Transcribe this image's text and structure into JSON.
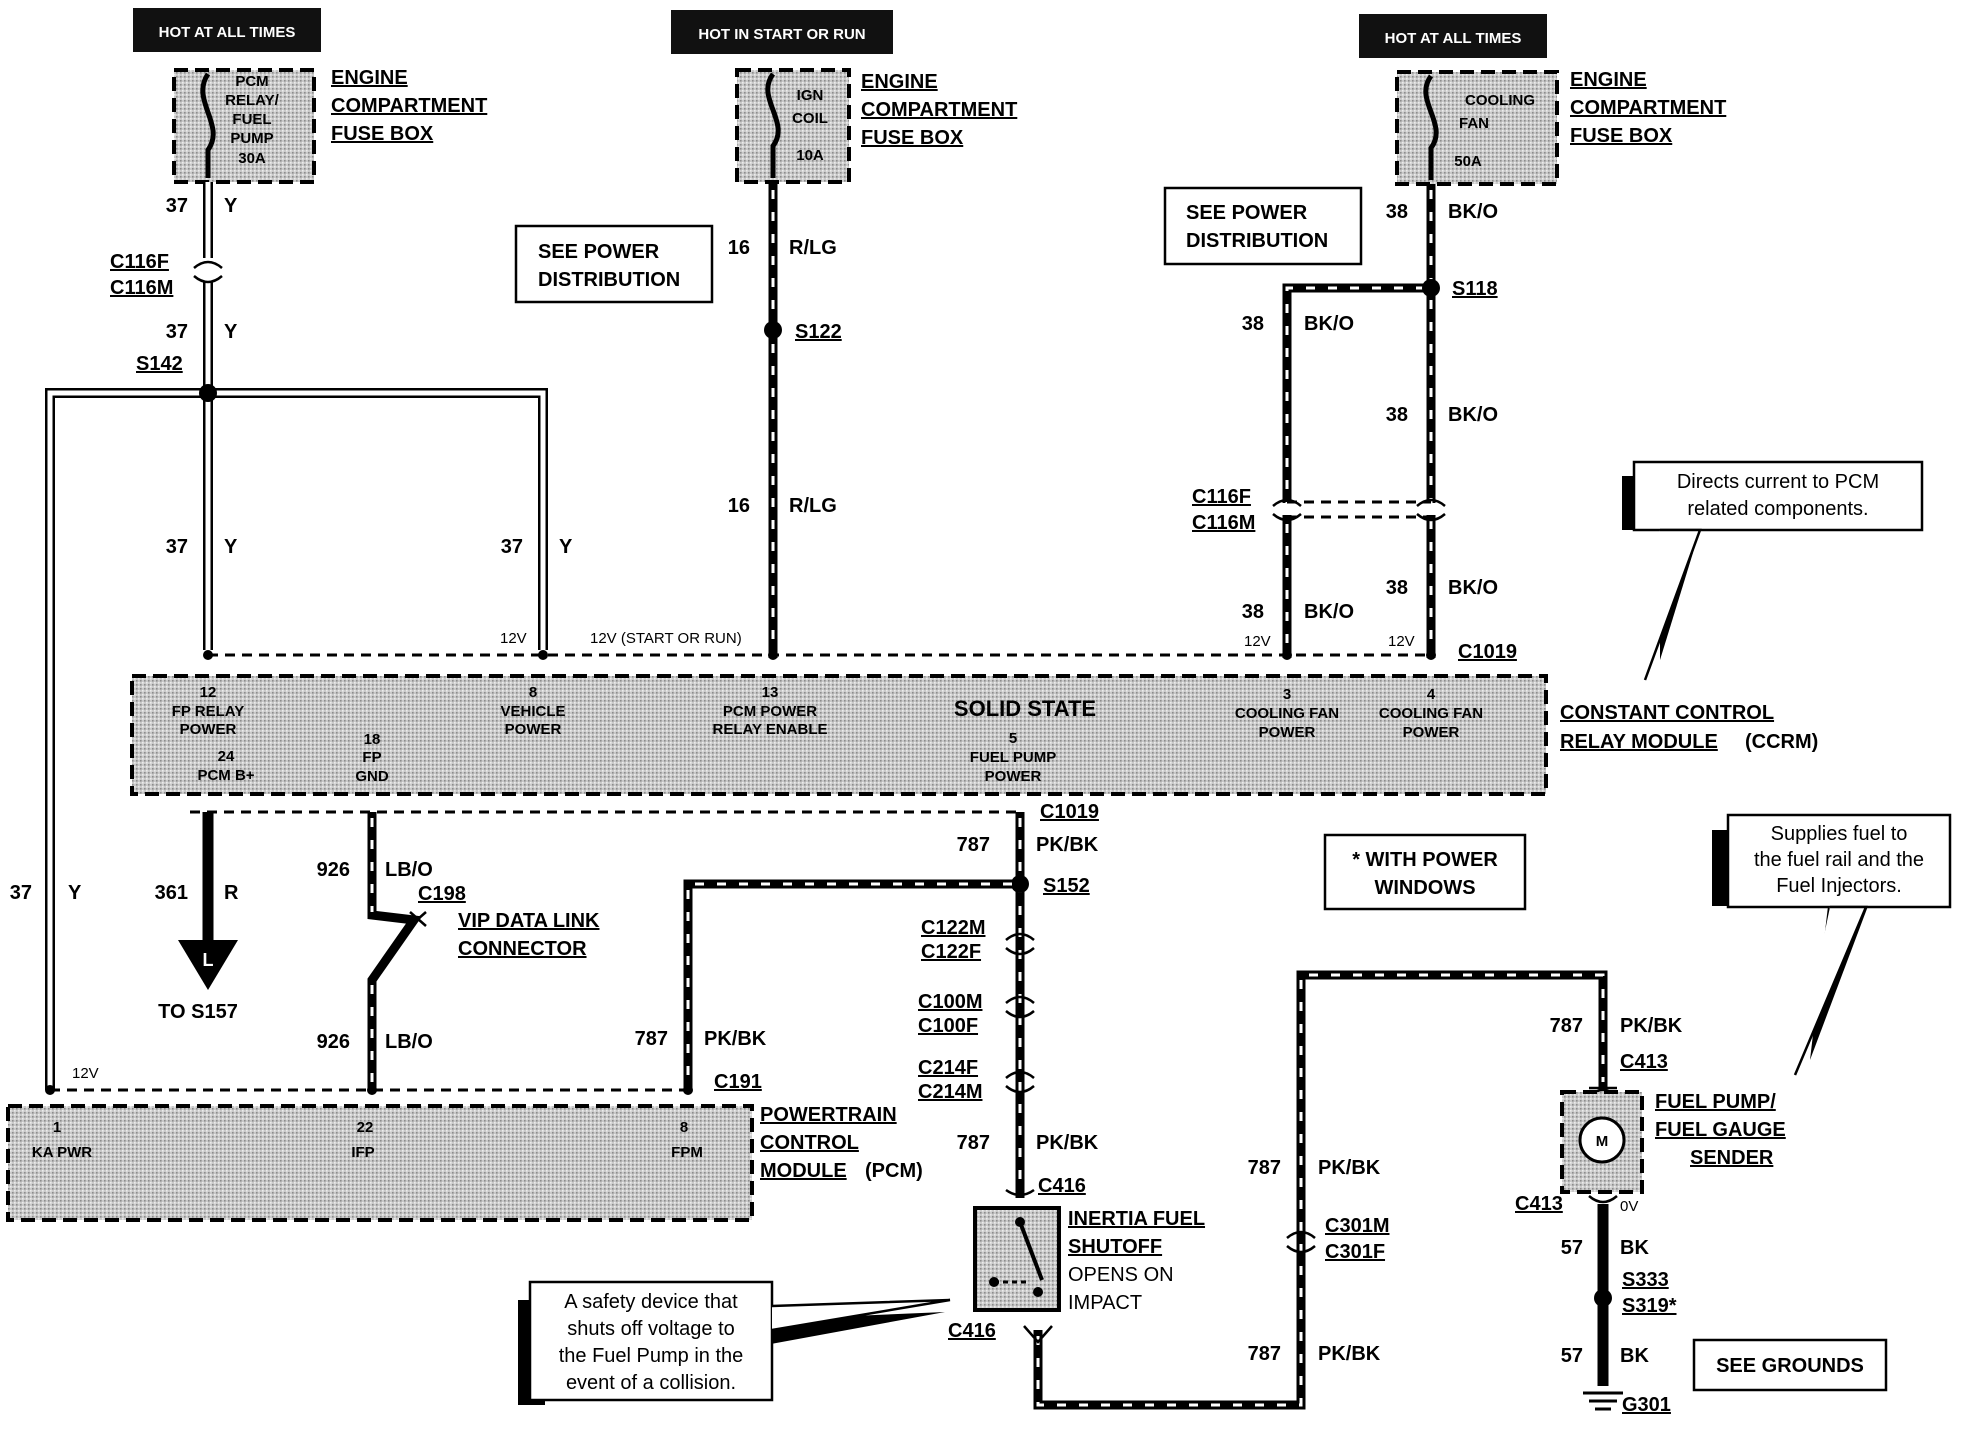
{
  "fuses": [
    {
      "tag": "HOT AT ALL TIMES",
      "lines": [
        "PCM",
        "RELAY/",
        "FUEL",
        "PUMP",
        "30A"
      ],
      "location": [
        "ENGINE",
        "COMPARTMENT",
        "FUSE BOX"
      ]
    },
    {
      "tag": "HOT IN START OR RUN",
      "lines": [
        "IGN",
        "COIL",
        "10A"
      ],
      "location": [
        "ENGINE",
        "COMPARTMENT",
        "FUSE BOX"
      ]
    },
    {
      "tag": "HOT AT ALL TIMES",
      "lines": [
        "COOLING",
        "FAN",
        "50A"
      ],
      "location": [
        "ENGINE",
        "COMPARTMENT",
        "FUSE BOX"
      ]
    }
  ],
  "notes": {
    "see_power_1": [
      "SEE POWER",
      "DISTRIBUTION"
    ],
    "see_power_2": [
      "SEE POWER",
      "DISTRIBUTION"
    ],
    "with_power_windows": [
      "* WITH POWER",
      "WINDOWS"
    ],
    "see_grounds": "SEE GROUNDS"
  },
  "callouts": {
    "ccrm": [
      "Directs current to PCM",
      "related components."
    ],
    "fuel_pump": [
      "Supplies fuel to",
      "the fuel rail and the",
      "Fuel Injectors."
    ],
    "inertia": [
      "A safety device that",
      "shuts off voltage to",
      "the Fuel Pump in the",
      "event of a collision."
    ]
  },
  "wire_labels": {
    "w37_top": {
      "num": "37",
      "color": "Y"
    },
    "w37_mid": {
      "num": "37",
      "color": "Y"
    },
    "w37_left_drop": {
      "num": "37",
      "color": "Y"
    },
    "w37_right_drop": {
      "num": "37",
      "color": "Y"
    },
    "w37_far_left": {
      "num": "37",
      "color": "Y"
    },
    "w16_top": {
      "num": "16",
      "color": "R/LG"
    },
    "w16_low": {
      "num": "16",
      "color": "R/LG"
    },
    "w38_top": {
      "num": "38",
      "color": "BK/O"
    },
    "w38_left": {
      "num": "38",
      "color": "BK/O"
    },
    "w38_right": {
      "num": "38",
      "color": "BK/O"
    },
    "w38_left_low": {
      "num": "38",
      "color": "BK/O"
    },
    "w38_right_low": {
      "num": "38",
      "color": "BK/O"
    },
    "w361": {
      "num": "361",
      "color": "R"
    },
    "w926_top": {
      "num": "926",
      "color": "LB/O"
    },
    "w926_low": {
      "num": "926",
      "color": "LB/O"
    },
    "w787_ccrm": {
      "num": "787",
      "color": "PK/BK"
    },
    "w787_pcm": {
      "num": "787",
      "color": "PK/BK"
    },
    "w787_inertia": {
      "num": "787",
      "color": "PK/BK"
    },
    "w787_return_top": {
      "num": "787",
      "color": "PK/BK"
    },
    "w787_return_low": {
      "num": "787",
      "color": "PK/BK"
    },
    "w787_pump": {
      "num": "787",
      "color": "PK/BK"
    },
    "w57_top": {
      "num": "57",
      "color": "BK"
    },
    "w57_low": {
      "num": "57",
      "color": "BK"
    }
  },
  "connectors": {
    "c116f_left": "C116F",
    "c116m_left": "C116M",
    "c116f_right": "C116F",
    "c116m_right": "C116M",
    "s142": "S142",
    "s122": "S122",
    "s118": "S118",
    "c1019_top": "C1019",
    "c1019_bottom": "C1019",
    "s152": "S152",
    "c198": "C198",
    "c122m": "C122M",
    "c122f": "C122F",
    "c100m": "C100M",
    "c100f": "C100F",
    "c214f": "C214F",
    "c214m": "C214M",
    "c191": "C191",
    "c416_top": "C416",
    "c416_bottom": "C416",
    "c301m": "C301M",
    "c301f": "C301F",
    "c413_top": "C413",
    "c413_bottom": "C413",
    "s333": "S333",
    "s319": "S319*",
    "g301": "G301"
  },
  "voltages": {
    "ccrm_pin12": "12V",
    "ccrm_pin13": "12V (START OR RUN)",
    "ccrm_pin3": "12V",
    "ccrm_pin4": "12V",
    "pcm_pin1": "12V",
    "pump_ground": "0V"
  },
  "ccrm": {
    "center": "SOLID STATE",
    "pins": [
      {
        "num": "12",
        "label": [
          "FP RELAY",
          "POWER"
        ]
      },
      {
        "num": "24",
        "label": [
          "PCM B+"
        ]
      },
      {
        "num": "18",
        "label": [
          "FP",
          "GND"
        ]
      },
      {
        "num": "8",
        "label": [
          "VEHICLE",
          "POWER"
        ]
      },
      {
        "num": "13",
        "label": [
          "PCM POWER",
          "RELAY ENABLE"
        ]
      },
      {
        "num": "5",
        "label": [
          "FUEL PUMP",
          "POWER"
        ]
      },
      {
        "num": "3",
        "label": [
          "COOLING FAN",
          "POWER"
        ]
      },
      {
        "num": "4",
        "label": [
          "COOLING FAN",
          "POWER"
        ]
      }
    ],
    "name": [
      "CONSTANT CONTROL",
      "RELAY MODULE",
      "(CCRM)"
    ]
  },
  "pcm": {
    "pins": [
      {
        "num": "1",
        "label": "KA PWR"
      },
      {
        "num": "22",
        "label": "IFP"
      },
      {
        "num": "8",
        "label": "FPM"
      }
    ],
    "name": [
      "POWERTRAIN",
      "CONTROL",
      "MODULE",
      "(PCM)"
    ]
  },
  "components": {
    "vip": [
      "VIP DATA LINK",
      "CONNECTOR"
    ],
    "to_s157": "TO S157",
    "arrow_letter": "L",
    "inertia": [
      "INERTIA FUEL",
      "SHUTOFF",
      "OPENS ON",
      "IMPACT"
    ],
    "fuel_pump": [
      "FUEL PUMP/",
      "FUEL GAUGE",
      "SENDER"
    ],
    "motor": "M"
  }
}
